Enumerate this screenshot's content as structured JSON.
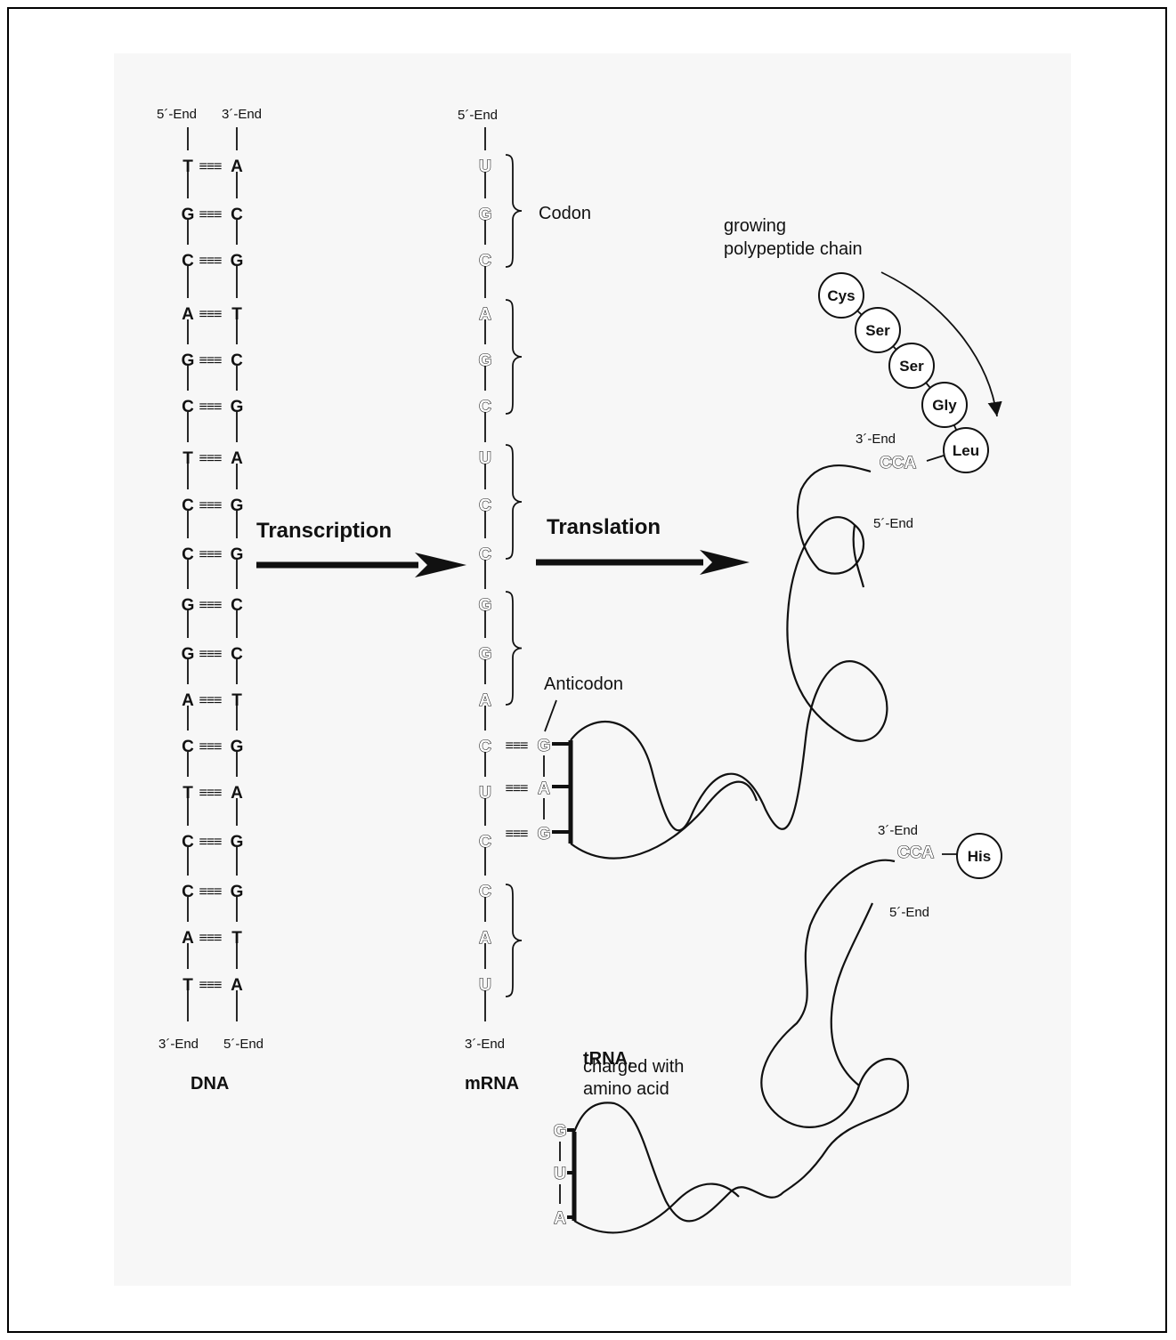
{
  "dna": {
    "top_left_end": "5´-End",
    "top_right_end": "3´-End",
    "bottom_left_end": "3´-End",
    "bottom_right_end": "5´-End",
    "title": "DNA",
    "left_bases": [
      "T",
      "G",
      "C",
      "A",
      "G",
      "C",
      "T",
      "C",
      "C",
      "G",
      "G",
      "A",
      "C",
      "T",
      "C",
      "C",
      "A",
      "T"
    ],
    "bonds": [
      "≡≡≡",
      "≡≡≡",
      "≡≡≡",
      "≡≡≡",
      "≡≡≡",
      "≡≡≡",
      "≡≡≡",
      "≡≡≡",
      "≡≡≡",
      "≡≡≡",
      "≡≡≡",
      "≡≡≡",
      "≡≡≡",
      "≡≡≡",
      "≡≡≡",
      "≡≡≡",
      "≡≡≡",
      "≡≡≡"
    ],
    "right_bases": [
      "A",
      "C",
      "G",
      "T",
      "C",
      "G",
      "A",
      "G",
      "G",
      "C",
      "C",
      "T",
      "G",
      "A",
      "G",
      "G",
      "T",
      "A"
    ]
  },
  "mrna": {
    "top_end": "5´-End",
    "bottom_end": "3´-End",
    "title": "mRNA",
    "bases": [
      "U",
      "G",
      "C",
      "A",
      "G",
      "C",
      "U",
      "C",
      "C",
      "G",
      "G",
      "A",
      "C",
      "U",
      "C",
      "C",
      "A",
      "U"
    ],
    "codon_label": "Codon"
  },
  "arrows": {
    "transcription": "Transcription",
    "translation": "Translation"
  },
  "anticodon": {
    "label": "Anticodon",
    "bases": [
      "G",
      "A",
      "G"
    ],
    "bonds": [
      "≡≡≡",
      "≡≡≡",
      "≡≡≡"
    ]
  },
  "trna_bound": {
    "end3": "3´-End",
    "end5": "5´-End",
    "cca": "CCA"
  },
  "polypeptide": {
    "label_line1": "growing",
    "label_line2": "polypeptide chain",
    "amino_acids": [
      "Cys",
      "Ser",
      "Ser",
      "Gly",
      "Leu"
    ]
  },
  "trna_free": {
    "end3": "3´-End",
    "end5": "5´-End",
    "cca": "CCA",
    "amino_acid": "His",
    "label_bold": "tRNA",
    "label_comma": ",",
    "label_line2": "charged with",
    "label_line3": "amino acid",
    "bases": [
      "G",
      "U",
      "A"
    ]
  }
}
